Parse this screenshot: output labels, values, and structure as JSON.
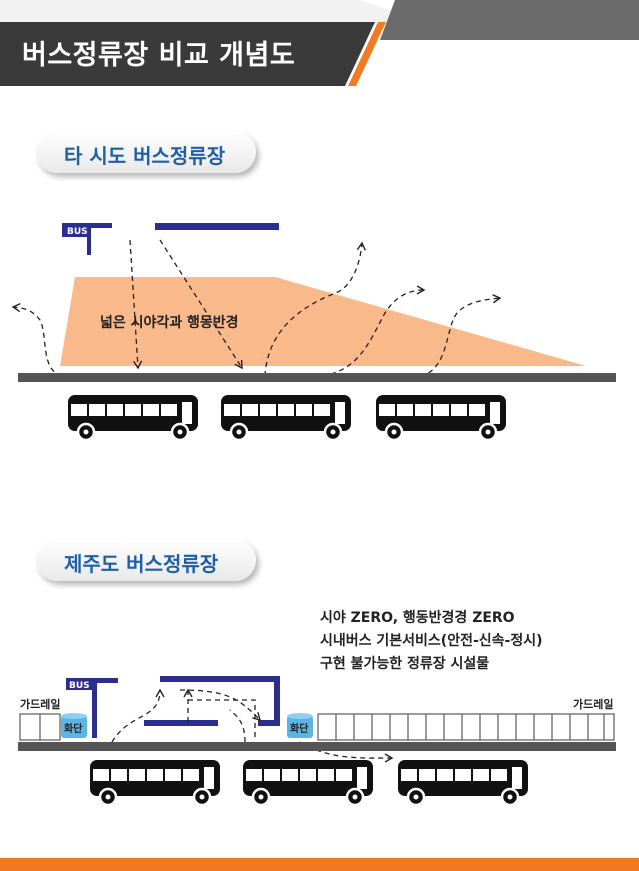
{
  "header": {
    "title": "버스정류장 비교 개념도"
  },
  "colors": {
    "dark": "#3a3a3a",
    "accent_orange": "#f07b22",
    "blue_text": "#1f5fa8",
    "shelter_blue": "#2b2e8f",
    "sight_area": "#f9b98a",
    "road_gray": "#555555",
    "median_blue": "#5ab4e6"
  },
  "section_other": {
    "label": "타 시도 버스정류장",
    "bus_sign": "BUS",
    "area_text": "넓은 시야각과 행동반경"
  },
  "section_jeju": {
    "label": "제주도 버스정류장",
    "bus_sign": "BUS",
    "notes": [
      "시야 ZERO, 행동반경경 ZERO",
      "시내버스 기본서비스(안전-신속-정시)",
      "구현 불가능한 정류장 시설물"
    ],
    "guardrail_left": "가드레일",
    "guardrail_right": "가드레일",
    "median_left": "화단",
    "median_right": "화단"
  }
}
